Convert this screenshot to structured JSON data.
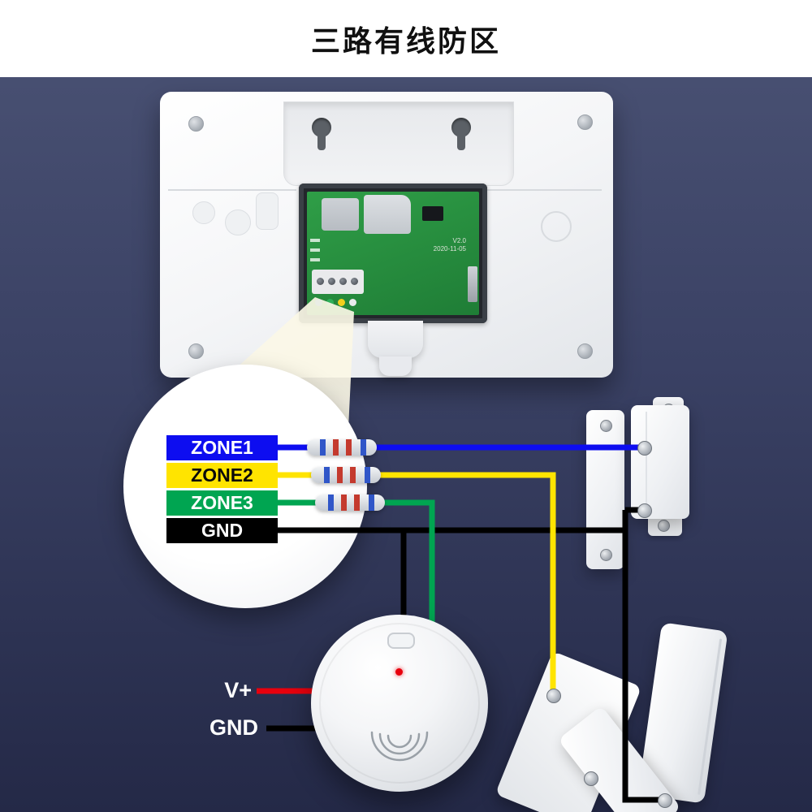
{
  "title": "三路有线防区",
  "zones": [
    {
      "label": "ZONE1",
      "color": "#0d0df0",
      "text": "#ffffff"
    },
    {
      "label": "ZONE2",
      "color": "#ffe400",
      "text": "#0a0a0a"
    },
    {
      "label": "ZONE3",
      "color": "#00a551",
      "text": "#ffffff"
    },
    {
      "label": "GND",
      "color": "#000000",
      "text": "#ffffff"
    }
  ],
  "wires": {
    "zone1": "#0d0df0",
    "zone2": "#ffe400",
    "zone3": "#00a551",
    "gnd": "#000000",
    "vplus": "#e8000d"
  },
  "power": {
    "vplus_label": "V+",
    "gnd_label": "GND"
  },
  "pcb": {
    "version": "V2.0",
    "date": "2020-11-05"
  },
  "colors": {
    "background_top": "#4b5375",
    "background_bottom": "#242947",
    "header": "#ffffff",
    "beam": "#fbf7e6"
  }
}
